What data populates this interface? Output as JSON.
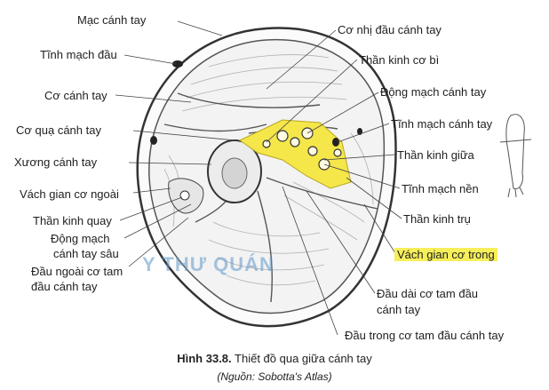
{
  "colors": {
    "nerve_highlight": "#f5e64a",
    "watermark": "#6fa3cf",
    "label_highlight": "#f7ef5a"
  },
  "labels": {
    "mac_canh_tay": "Mạc cánh tay",
    "tinh_mach_dau": "Tĩnh mạch đầu",
    "co_canh_tay": "Cơ cánh tay",
    "co_qua_canh_tay": "Cơ quạ cánh tay",
    "xuong_canh_tay": "Xương cánh tay",
    "vach_gian_co_ngoai": "Vách gian cơ ngoài",
    "than_kinh_quay": "Thần kinh quay",
    "dong_mach_canh_tay_sau_1": "Động mạch",
    "dong_mach_canh_tay_sau_2": "cánh tay sâu",
    "dau_ngoai_1": "Đầu ngoài cơ tam",
    "dau_ngoai_2": "đầu cánh tay",
    "co_nhi_dau": "Cơ nhị đầu cánh tay",
    "than_kinh_co_bi": "Thần kinh cơ bì",
    "dong_mach_canh_tay": "Động mạch cánh tay",
    "tinh_mach_canh_tay": "Tĩnh mạch cánh tay",
    "than_kinh_giua": "Thần kinh giữa",
    "tinh_mach_nen": "Tĩnh mạch nền",
    "than_kinh_tru": "Thần kinh trụ",
    "vach_gian_co_trong": "Vách gian cơ trong",
    "dau_dai_1": "Đầu dài cơ tam đầu",
    "dau_dai_2": "cánh tay",
    "dau_trong": "Đầu trong cơ tam đầu cánh tay"
  },
  "watermark": "Y THƯ QUÁN",
  "caption": {
    "figure": "Hình 33.8.",
    "title": "Thiết đồ qua giữa cánh tay",
    "source": "(Nguồn: Sobotta's Atlas)"
  }
}
